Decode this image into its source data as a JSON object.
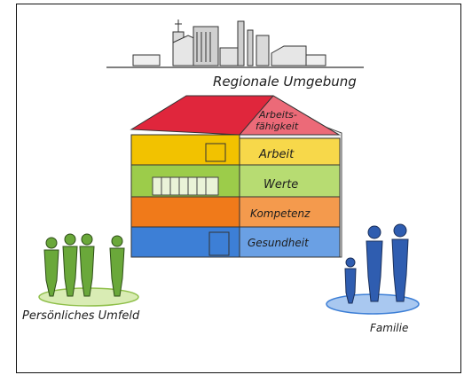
{
  "labels": {
    "region": "Regionale Umgebung",
    "roof": "Arbeits-\nfähigkeit",
    "personal": "Persönliches Umfeld",
    "family": "Familie"
  },
  "floors": [
    {
      "label": "Arbeit",
      "color": "#f2c200"
    },
    {
      "label": "Werte",
      "color": "#9ccc4a"
    },
    {
      "label": "Kompetenz",
      "color": "#f07a1a"
    },
    {
      "label": "Gesundheit",
      "color": "#3d7fd6"
    }
  ],
  "colors": {
    "roof": "#e0263c",
    "people_green": "#6aa83a",
    "people_blue": "#2f5db0",
    "ground_green": "#bcd97a",
    "ground_blue": "#6a9fe0"
  }
}
